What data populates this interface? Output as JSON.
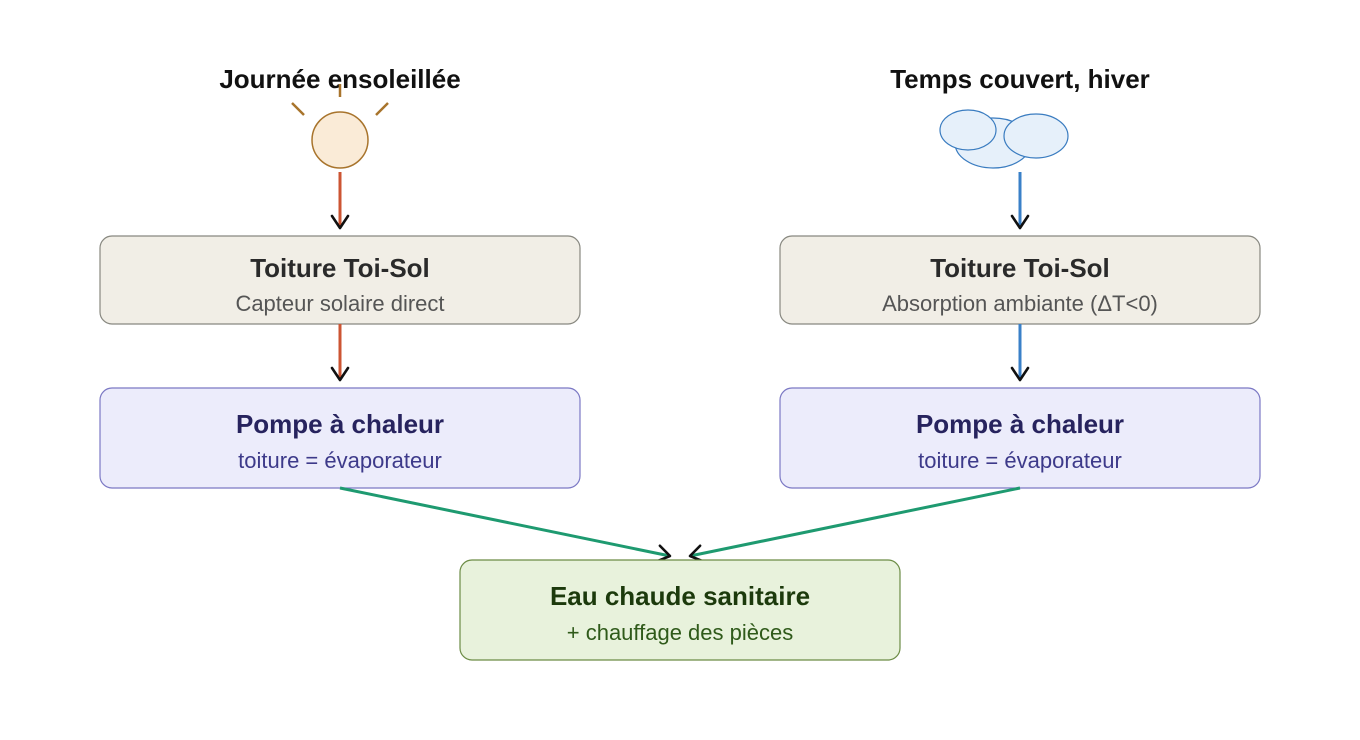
{
  "left": {
    "heading": "Journée ensoleillée",
    "roof_title": "Toiture Toi-Sol",
    "roof_sub": "Capteur solaire direct",
    "pump_title": "Pompe à chaleur",
    "pump_sub": "toiture = évaporateur",
    "icon": "sun-icon",
    "arrow_color": "#cc5533"
  },
  "right": {
    "heading": "Temps couvert, hiver",
    "roof_title": "Toiture Toi-Sol",
    "roof_sub": "Absorption ambiante (ΔT<0)",
    "pump_title": "Pompe à chaleur",
    "pump_sub": "toiture = évaporateur",
    "icon": "cloud-icon",
    "arrow_color": "#3a80c8"
  },
  "output": {
    "title": "Eau chaude sanitaire",
    "sub": "+ chauffage des pièces",
    "arrow_color": "#1e9a70"
  },
  "colors": {
    "roof_fill": "#f1eee6",
    "roof_stroke": "#888880",
    "roof_title": "#2a2a2a",
    "roof_sub": "#555555",
    "pump_fill": "#ececfb",
    "pump_stroke": "#7b78c4",
    "pump_title": "#27235e",
    "pump_sub": "#3d3a8a",
    "out_fill": "#e8f2dc",
    "out_stroke": "#6c8c45",
    "out_title": "#1c3a0c",
    "out_sub": "#2f5a1a",
    "sun_fill": "#faebd7",
    "sun_stroke": "#a8742c",
    "cloud_fill": "#e6f0fa",
    "cloud_stroke": "#3a7cc0"
  }
}
